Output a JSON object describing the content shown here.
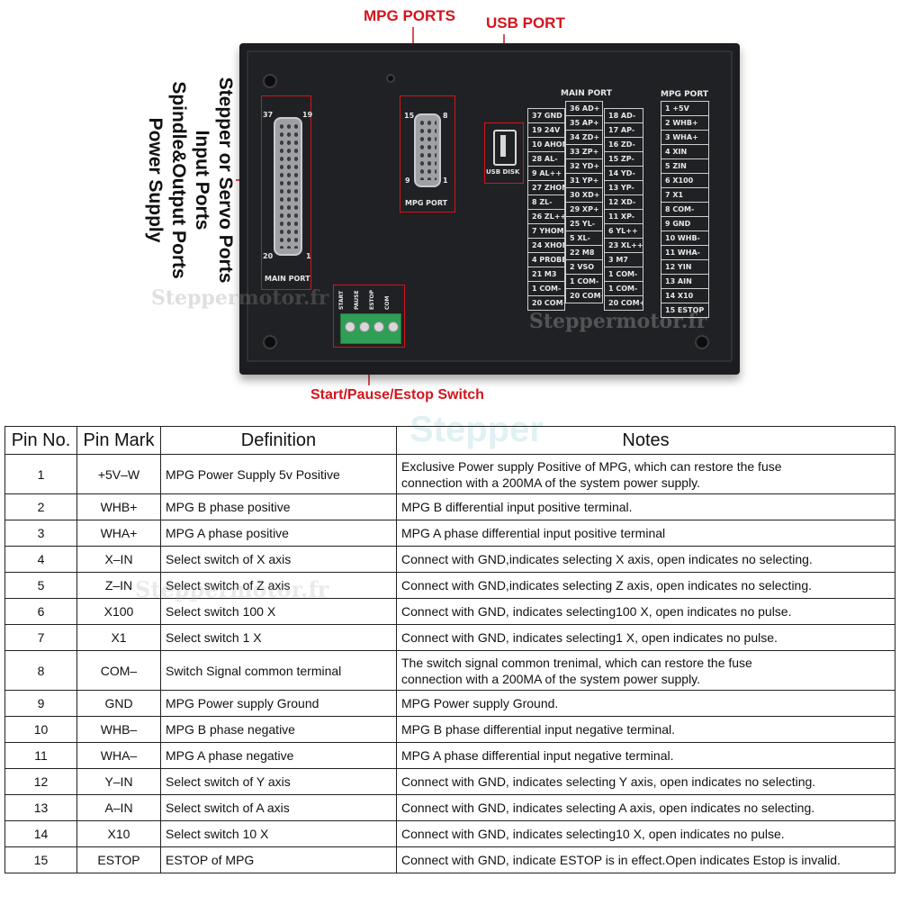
{
  "callouts": {
    "mpg_ports": "MPG PORTS",
    "usb_port": "USB PORT",
    "switch": "Start/Pause/Estop Switch"
  },
  "side_labels": [
    "Stepper or Servo Ports",
    "Input Ports",
    "Spindle&Output Ports",
    "Power Supply"
  ],
  "device": {
    "main_port_left_label": "MAIN PORT",
    "main_port_pin_37": "37",
    "main_port_pin_19": "19",
    "main_port_pin_20": "20",
    "main_port_pin_1": "1",
    "mpg_port_label": "MPG PORT",
    "mpg_pin_15": "15",
    "mpg_pin_8": "8",
    "mpg_pin_9": "9",
    "mpg_pin_1": "1",
    "usb_label": "USB DISK",
    "terminal_labels": [
      "START",
      "PAUSE",
      "ESTOP",
      "COM"
    ],
    "main_port_title": "MAIN PORT",
    "mpg_port_title": "MPG PORT",
    "main_port_col_a": [
      "37 GND",
      "19 24V",
      "10 AHOME",
      "28 AL-",
      "9 AL++",
      "27 ZHOME",
      "8 ZL-",
      "26 ZL++",
      "7 YHOME",
      "24 XHOME",
      "4 PROBE",
      "21 M3",
      "1 COM-",
      "20 COM+"
    ],
    "main_port_col_b": [
      "36 AD+",
      "35 AP+",
      "34 ZD+",
      "33 ZP+",
      "32 YD+",
      "31 YP+",
      "30 XD+",
      "29 XP+",
      "25 YL-",
      "5 XL-",
      "22 M8",
      "2 VSO",
      "1 COM-",
      "20 COM+"
    ],
    "main_port_col_c": [
      "18 AD-",
      "17 AP-",
      "16 ZD-",
      "15 ZP-",
      "14 YD-",
      "13 YP-",
      "12 XD-",
      "11 XP-",
      "6 YL++",
      "23 XL++",
      "3 M7",
      "1 COM-",
      "1 COM-",
      "20 COM+"
    ],
    "mpg_port_list": [
      "1 +5V",
      "2 WHB+",
      "3 WHA+",
      "4 XIN",
      "5 ZIN",
      "6 X100",
      "7 X1",
      "8 COM-",
      "9 GND",
      "10 WHB-",
      "11 WHA-",
      "12 YIN",
      "13 AIN",
      "14 X10",
      "15 ESTOP"
    ]
  },
  "watermarks": [
    "Steppermotor.fr",
    "Steppermotor.fr",
    "Stepper",
    "Steppermotor.fr"
  ],
  "table": {
    "headers": [
      "Pin No.",
      "Pin Mark",
      "Definition",
      "Notes"
    ],
    "rows": [
      {
        "no": "1",
        "mark": "+5V–W",
        "def": "MPG Power Supply 5v Positive",
        "notes": [
          "Exclusive Power supply Positive of MPG, which can restore the fuse",
          "connection with a 200MA of the system power supply."
        ]
      },
      {
        "no": "2",
        "mark": "WHB+",
        "def": "MPG B phase positive",
        "notes": [
          "MPG B differential input positive terminal."
        ]
      },
      {
        "no": "3",
        "mark": "WHA+",
        "def": "MPG A phase positive",
        "notes": [
          "MPG A phase differential input positive terminal"
        ]
      },
      {
        "no": "4",
        "mark": "X–IN",
        "def": "Select switch of X axis",
        "notes": [
          "Connect with GND,indicates selecting X axis, open indicates no selecting."
        ]
      },
      {
        "no": "5",
        "mark": "Z–IN",
        "def": "Select switch of Z axis",
        "notes": [
          "Connect with GND,indicates selecting Z axis, open indicates no selecting."
        ]
      },
      {
        "no": "6",
        "mark": "X100",
        "def": "Select switch 100 X",
        "notes": [
          "Connect with GND, indicates selecting100 X, open indicates no pulse."
        ]
      },
      {
        "no": "7",
        "mark": "X1",
        "def": "Select switch 1 X",
        "notes": [
          "Connect with GND, indicates selecting1 X, open indicates no pulse."
        ]
      },
      {
        "no": "8",
        "mark": "COM–",
        "def": "Switch Signal common terminal",
        "notes": [
          "The switch signal common trenimal, which can restore the fuse",
          "connection with a 200MA of the system power supply."
        ]
      },
      {
        "no": "9",
        "mark": "GND",
        "def": "MPG Power supply Ground",
        "notes": [
          "MPG Power supply Ground."
        ]
      },
      {
        "no": "10",
        "mark": "WHB–",
        "def": "MPG B phase negative",
        "notes": [
          "MPG B phase differential input negative terminal."
        ]
      },
      {
        "no": "11",
        "mark": "WHA–",
        "def": "MPG A phase negative",
        "notes": [
          "MPG A phase differential input negative terminal."
        ]
      },
      {
        "no": "12",
        "mark": "Y–IN",
        "def": "Select switch of Y axis",
        "notes": [
          "Connect with GND, indicates selecting Y axis, open indicates no selecting."
        ]
      },
      {
        "no": "13",
        "mark": "A–IN",
        "def": "Select switch of A axis",
        "notes": [
          "Connect with GND, indicates selecting A axis, open indicates no selecting."
        ]
      },
      {
        "no": "14",
        "mark": "X10",
        "def": "Select switch 10 X",
        "notes": [
          "Connect with GND, indicates selecting10 X, open indicates no pulse."
        ]
      },
      {
        "no": "15",
        "mark": "ESTOP",
        "def": "ESTOP of MPG",
        "notes": [
          "Connect with GND, indicate ESTOP is in effect.Open indicates Estop is invalid."
        ]
      }
    ]
  },
  "colors": {
    "callout_red": "#d4141c",
    "panel": "#1c1d20",
    "terminal_green": "#2f9f56"
  }
}
